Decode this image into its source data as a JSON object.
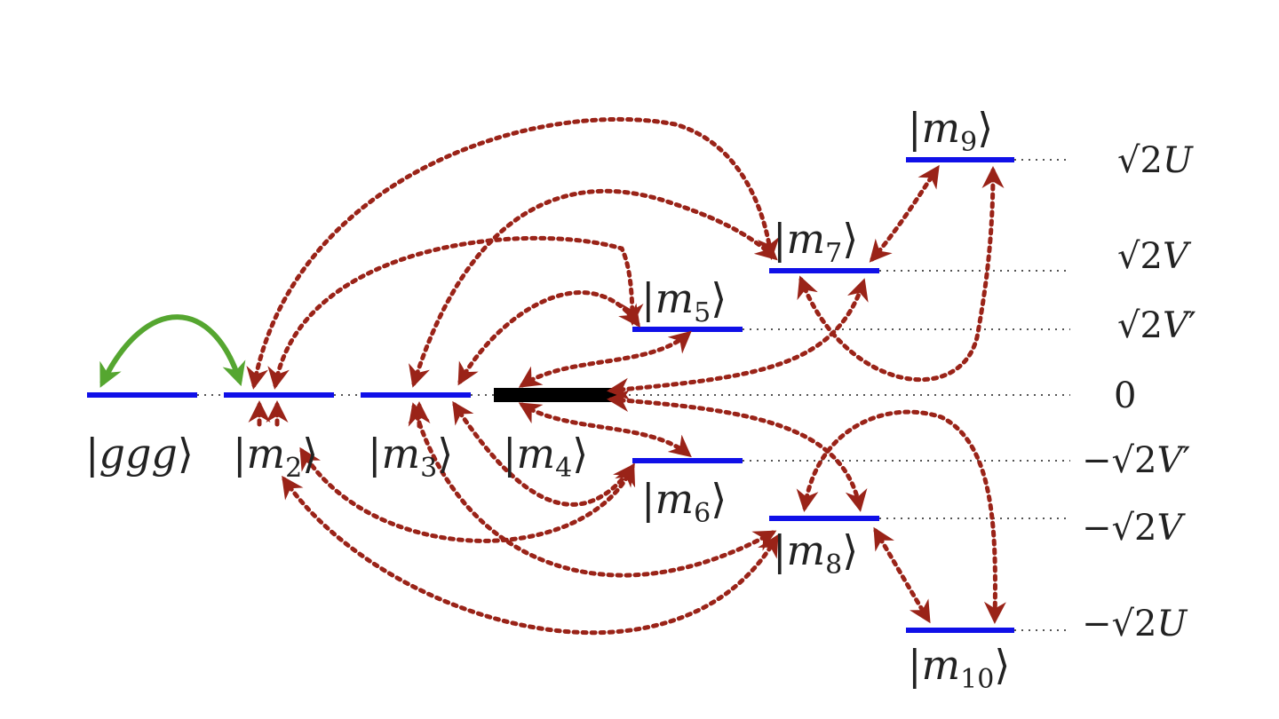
{
  "colors": {
    "level": "#1010e8",
    "central_level": "#000000",
    "coupling_red": "#9a2318",
    "coupling_green": "#55a630",
    "guide": "#555555",
    "text": "#222222"
  },
  "states": [
    {
      "id": "ggg",
      "label": "ggg",
      "sub": ""
    },
    {
      "id": "m2",
      "label": "m",
      "sub": "2"
    },
    {
      "id": "m3",
      "label": "m",
      "sub": "3"
    },
    {
      "id": "m4",
      "label": "m",
      "sub": "4"
    },
    {
      "id": "m5",
      "label": "m",
      "sub": "5"
    },
    {
      "id": "m6",
      "label": "m",
      "sub": "6"
    },
    {
      "id": "m7",
      "label": "m",
      "sub": "7"
    },
    {
      "id": "m8",
      "label": "m",
      "sub": "8"
    },
    {
      "id": "m9",
      "label": "m",
      "sub": "9"
    },
    {
      "id": "m10",
      "label": "m",
      "sub": "10"
    }
  ],
  "energy_labels": [
    {
      "id": "sqrt2U",
      "sign": "",
      "symbol": "U",
      "prime": ""
    },
    {
      "id": "sqrt2V",
      "sign": "",
      "symbol": "V",
      "prime": ""
    },
    {
      "id": "sqrt2Vp",
      "sign": "",
      "symbol": "V",
      "prime": "′"
    },
    {
      "id": "zero",
      "text": "0"
    },
    {
      "id": "neg_sqrt2Vp",
      "sign": "−",
      "symbol": "V",
      "prime": "′"
    },
    {
      "id": "neg_sqrt2V",
      "sign": "−",
      "symbol": "V",
      "prime": ""
    },
    {
      "id": "neg_sqrt2U",
      "sign": "−",
      "symbol": "U",
      "prime": ""
    }
  ],
  "sqrt_symbol": "√2"
}
